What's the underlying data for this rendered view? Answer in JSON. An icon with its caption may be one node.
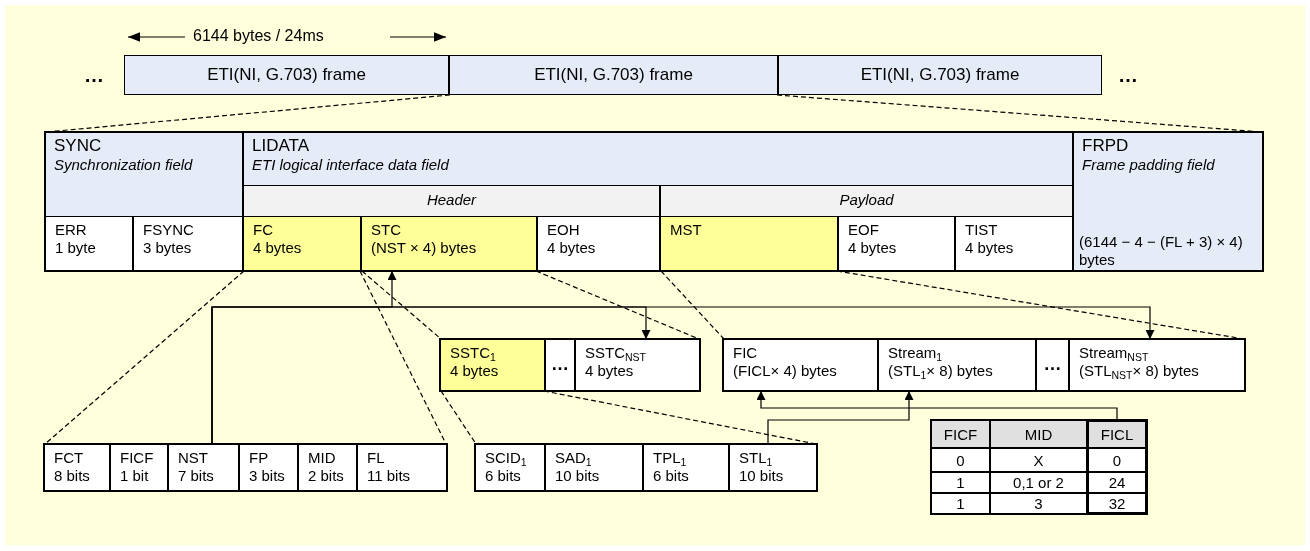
{
  "diagram": {
    "nodes": [
      {
        "text": [
          "ETI(NI, G.703) frame"
        ]
      },
      {
        "text": [
          "ETI(NI, G.703) frame"
        ]
      },
      {
        "text": [
          "ETI(NI, G.703) frame"
        ]
      },
      {
        "text": [],
        "shape": "box"
      },
      {
        "text": [
          "SYNC",
          "Synchronization field"
        ],
        "in": 3
      },
      {
        "text": [
          "ERR",
          "1 byte"
        ],
        "in": 4
      },
      {
        "text": [
          "FSYNC",
          "3 bytes"
        ],
        "in": 4
      },
      {
        "text": [
          "LIDATA",
          "ETI logical interface data field"
        ],
        "in": 3
      },
      {
        "text": [
          "Header"
        ],
        "in": 7
      },
      {
        "text": [
          "FC",
          "4 bytes"
        ],
        "in": 8
      },
      {
        "text": [
          "STC",
          "(NST × 4) bytes"
        ],
        "in": 8
      },
      {
        "text": [
          "EOH",
          "4 bytes"
        ],
        "in": 8
      },
      {
        "text": [
          "Payload"
        ],
        "in": 7
      },
      {
        "text": [
          "MST"
        ],
        "in": 12
      },
      {
        "text": [
          "EOF",
          "4 bytes"
        ],
        "in": 12
      },
      {
        "text": [
          "TIST",
          "4 bytes"
        ],
        "in": 12
      },
      {
        "text": [
          "FRPD",
          "Frame padding field",
          "(6144 − 4 − (FL + 3) × 4) bytes"
        ],
        "in": 3
      },
      {
        "text": [],
        "shape": "box"
      },
      {
        "text": [
          "FCT",
          "8 bits"
        ],
        "in": 17
      },
      {
        "text": [
          "FICF",
          "1 bit"
        ],
        "in": 17
      },
      {
        "text": [
          "NST",
          "7 bits"
        ],
        "in": 17
      },
      {
        "text": [
          "FP",
          "3 bits"
        ],
        "in": 17
      },
      {
        "text": [
          "MID",
          "2 bits"
        ],
        "in": 17
      },
      {
        "text": [
          "FL",
          "11 bits"
        ],
        "in": 17
      },
      {
        "text": [],
        "shape": "box"
      },
      {
        "text": [
          "SSTC$_{1}$",
          "4 bytes"
        ],
        "in": 24
      },
      {
        "text": [
          "…"
        ],
        "in": 24
      },
      {
        "text": [
          "SSTC$_{NST}$",
          "4 bytes"
        ],
        "in": 24
      },
      {
        "text": [],
        "shape": "box"
      },
      {
        "text": [
          "SCID$_{1}$",
          "6 bits"
        ],
        "in": 28
      },
      {
        "text": [
          "SAD$_{1}$",
          "10 bits"
        ],
        "in": 28
      },
      {
        "text": [
          "TPL$_{1}$",
          "6 bits"
        ],
        "in": 28
      },
      {
        "text": [
          "STL$_{1}$",
          "10 bits"
        ],
        "in": 28
      },
      {
        "text": [],
        "shape": "box"
      },
      {
        "text": [
          "FIC",
          "(FICL× 4) bytes"
        ],
        "in": 33
      },
      {
        "text": [
          "Stream$_{1}$",
          "(STL$_{1}$× 8) bytes"
        ],
        "in": 33
      },
      {
        "text": [
          "…"
        ],
        "in": 33
      },
      {
        "text": [
          "Stream$_{NST}$",
          "(STL$_{NST}$× 8) bytes"
        ],
        "in": 33
      },
      {
        "text": [],
        "shape": "box"
      }
    ],
    "edges": [
      {
        "from": 1,
        "to": 4,
        "arrow": "none",
        "style": "dashed"
      },
      {
        "from": 1,
        "to": 16,
        "arrow": "none",
        "style": "dashed"
      },
      {
        "from": 9,
        "to": 18,
        "arrow": "none",
        "style": "dashed"
      },
      {
        "from": 9,
        "to": 23,
        "arrow": "none",
        "style": "dashed"
      },
      {
        "from": 10,
        "to": 25,
        "arrow": "none",
        "style": "dashed"
      },
      {
        "from": 10,
        "to": 27,
        "arrow": "none",
        "style": "dashed"
      },
      {
        "from": 25,
        "to": 29,
        "arrow": "none",
        "style": "dashed"
      },
      {
        "from": 25,
        "to": 32,
        "arrow": "none",
        "style": "dashed"
      },
      {
        "from": 13,
        "to": 34,
        "arrow": "none",
        "style": "dashed"
      },
      {
        "from": 13,
        "to": 37,
        "arrow": "none",
        "style": "dashed"
      },
      {
        "from": 20,
        "to": 10,
        "arrow": "to"
      },
      {
        "from": 20,
        "to": 27,
        "arrow": "to"
      },
      {
        "from": 20,
        "to": 37,
        "arrow": "to"
      },
      {
        "from": 38,
        "to": 34,
        "arrow": "to"
      },
      {
        "from": 32,
        "to": 35,
        "arrow": "to"
      }
    ],
    "labels": [
      "6144 bytes / 24ms",
      "…",
      "…",
      "FICF",
      "MID",
      "FICL",
      "0",
      "X",
      "0",
      "1",
      "0,1 or 2",
      "24",
      "1",
      "3",
      "32"
    ]
  }
}
